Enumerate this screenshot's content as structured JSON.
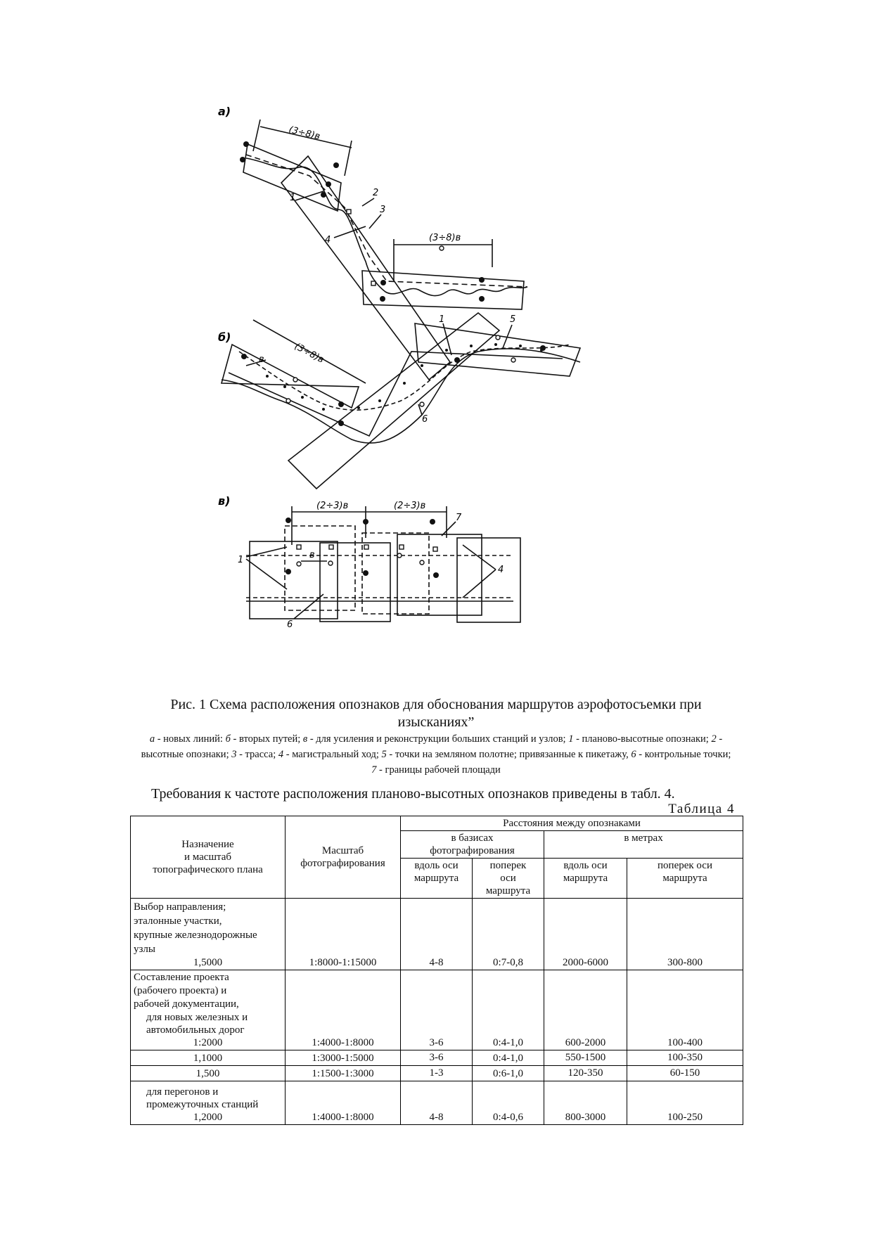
{
  "figure": {
    "panel_labels": [
      "а)",
      "б)",
      "в)"
    ],
    "dim_labels_a": [
      "(3÷8)в",
      "(3÷8)в"
    ],
    "dim_labels_b": [
      "(3÷8)в",
      "в"
    ],
    "dim_labels_c": [
      "(2÷3)в",
      "(2÷3)в",
      "в"
    ],
    "num_labels_a": [
      "1",
      "2",
      "3",
      "4"
    ],
    "num_labels_b": [
      "1",
      "5",
      "6"
    ],
    "num_labels_c": [
      "1",
      "7",
      "4",
      "6"
    ]
  },
  "caption": {
    "title": "Рис. 1 Схема расположения опознаков для обоснования маршрутов аэрофотосъемки при изысканиях”",
    "legend_parts": [
      {
        "k": "а",
        "t": " - новых линий: "
      },
      {
        "k": "б",
        "t": " - вторых путей; "
      },
      {
        "k": "в",
        "t": " - для усиления и реконструкции больших станций и узлов; "
      },
      {
        "k": "1",
        "t": " - планово-высотные опознаки; "
      },
      {
        "k": "2",
        "t": " - высотные опознаки; "
      },
      {
        "k": "3",
        "t": " - трасса; "
      },
      {
        "k": "4",
        "t": " - магистральный ход; "
      },
      {
        "k": "5",
        "t": " - точки на земляном полотне; привязанные к пикетажу, "
      },
      {
        "k": "6",
        "t": " - контрольные точки; "
      },
      {
        "k": "7",
        "t": " - границы рабочей площади"
      }
    ]
  },
  "intro": "Требования к частоте расположения планово-высотных опознаков приведены в табл. 4.",
  "table_label": "Таблица 4",
  "table": {
    "h_purpose": "Назначение\nи масштаб\nтопографического плана",
    "h_scale": "Масштаб\nфотографирования",
    "h_distances": "Расстояния между опознаками",
    "h_bases": "в базисах\nфотографирования",
    "h_meters": "в метрах",
    "h_along1": "вдоль оси\nмаршрута",
    "h_across1": "поперек\nоси\nмаршрута",
    "h_along2": "вдоль оси\nмаршрута",
    "h_across2": "поперек оси\nмаршрута",
    "rows": [
      {
        "desc": "Выбор направления;\nэталонные участки,\nкрупные железнодорожные\nузлы",
        "plan": "1,5000",
        "scale": "1:8000-1:15000",
        "along_b": "4-8",
        "across_b": "0:7-0,8",
        "along_m": "2000-6000",
        "across_m": "300-800"
      },
      {
        "desc": "Составление проекта\n(рабочего проекта) и\nрабочей документации,",
        "desc2": "для новых железных и\nавтомобильных дорог",
        "plan": "1:2000",
        "scale": "1:4000-1:8000",
        "along_b": "3-6",
        "across_b": "0:4-1,0",
        "along_m": "600-2000",
        "across_m": "100-400"
      },
      {
        "desc": "",
        "plan": "1,1000",
        "scale": "1:3000-1:5000",
        "along_b": "3-6",
        "across_b": "0:4-1,0",
        "along_m": "550-1500",
        "across_m": "100-350"
      },
      {
        "desc": "",
        "plan": "1,500",
        "scale": "1:1500-1:3000",
        "along_b": "1-3",
        "across_b": "0:6-1,0",
        "along_m": "120-350",
        "across_m": "60-150"
      },
      {
        "desc": "",
        "desc2": "для перегонов и\nпромежуточных станций",
        "plan": "1,2000",
        "scale": "1:4000-1:8000",
        "along_b": "4-8",
        "across_b": "0:4-0,6",
        "along_m": "800-3000",
        "across_m": "100-250"
      }
    ]
  }
}
